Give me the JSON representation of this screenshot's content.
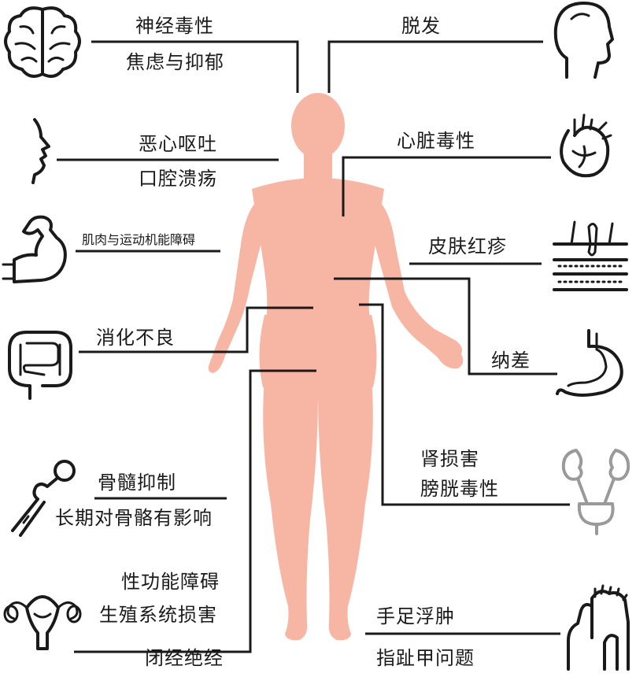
{
  "colors": {
    "body": "#f7b6a4",
    "line": "#1a1a1a",
    "accent_gray": "#9a9a9a"
  },
  "labels": {
    "neurotoxicity": "神经毒性",
    "anxiety_depression": "焦虑与抑郁",
    "hair_loss": "脱发",
    "nausea_vomiting": "恶心呕吐",
    "mouth_ulcer": "口腔溃疡",
    "cardiotoxicity": "心脏毒性",
    "muscle_motor": "肌肉与运动机能障碍",
    "skin_rash": "皮肤红疹",
    "indigestion": "消化不良",
    "poor_appetite": "纳差",
    "kidney_damage": "肾损害",
    "bladder_toxicity": "膀胱毒性",
    "bone_marrow_suppression": "骨髓抑制",
    "long_term_bone": "长期对骨骼有影响",
    "sexual_dysfunction": "性功能障碍",
    "reproductive_damage": "生殖系统损害",
    "amenorrhea_menopause": "闭经绝经",
    "hand_foot_edema": "手足浮肿",
    "nail_problems": "指趾甲问题"
  },
  "icons": [
    "brain-icon",
    "head-icon",
    "face-profile-icon",
    "heart-icon",
    "muscle-arm-icon",
    "skin-layers-icon",
    "intestine-icon",
    "stomach-icon",
    "kidney-bladder-icon",
    "bone-joint-icon",
    "uterus-icon",
    "hands-feet-icon"
  ]
}
